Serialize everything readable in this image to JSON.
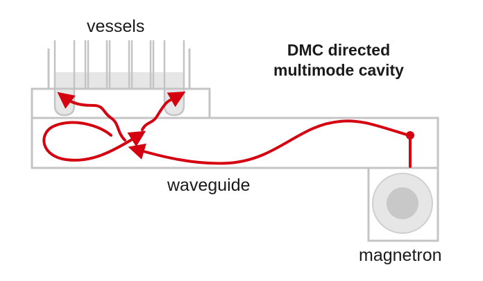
{
  "labels": {
    "vessels": "vessels",
    "title_line1": "DMC directed",
    "title_line2": "multimode cavity",
    "waveguide": "waveguide",
    "magnetron": "magnetron"
  },
  "colors": {
    "outline": "#c4c4c4",
    "fill_light": "#e6e6e6",
    "magnetron_inner": "#c8c8c8",
    "wave": "#d40010"
  }
}
